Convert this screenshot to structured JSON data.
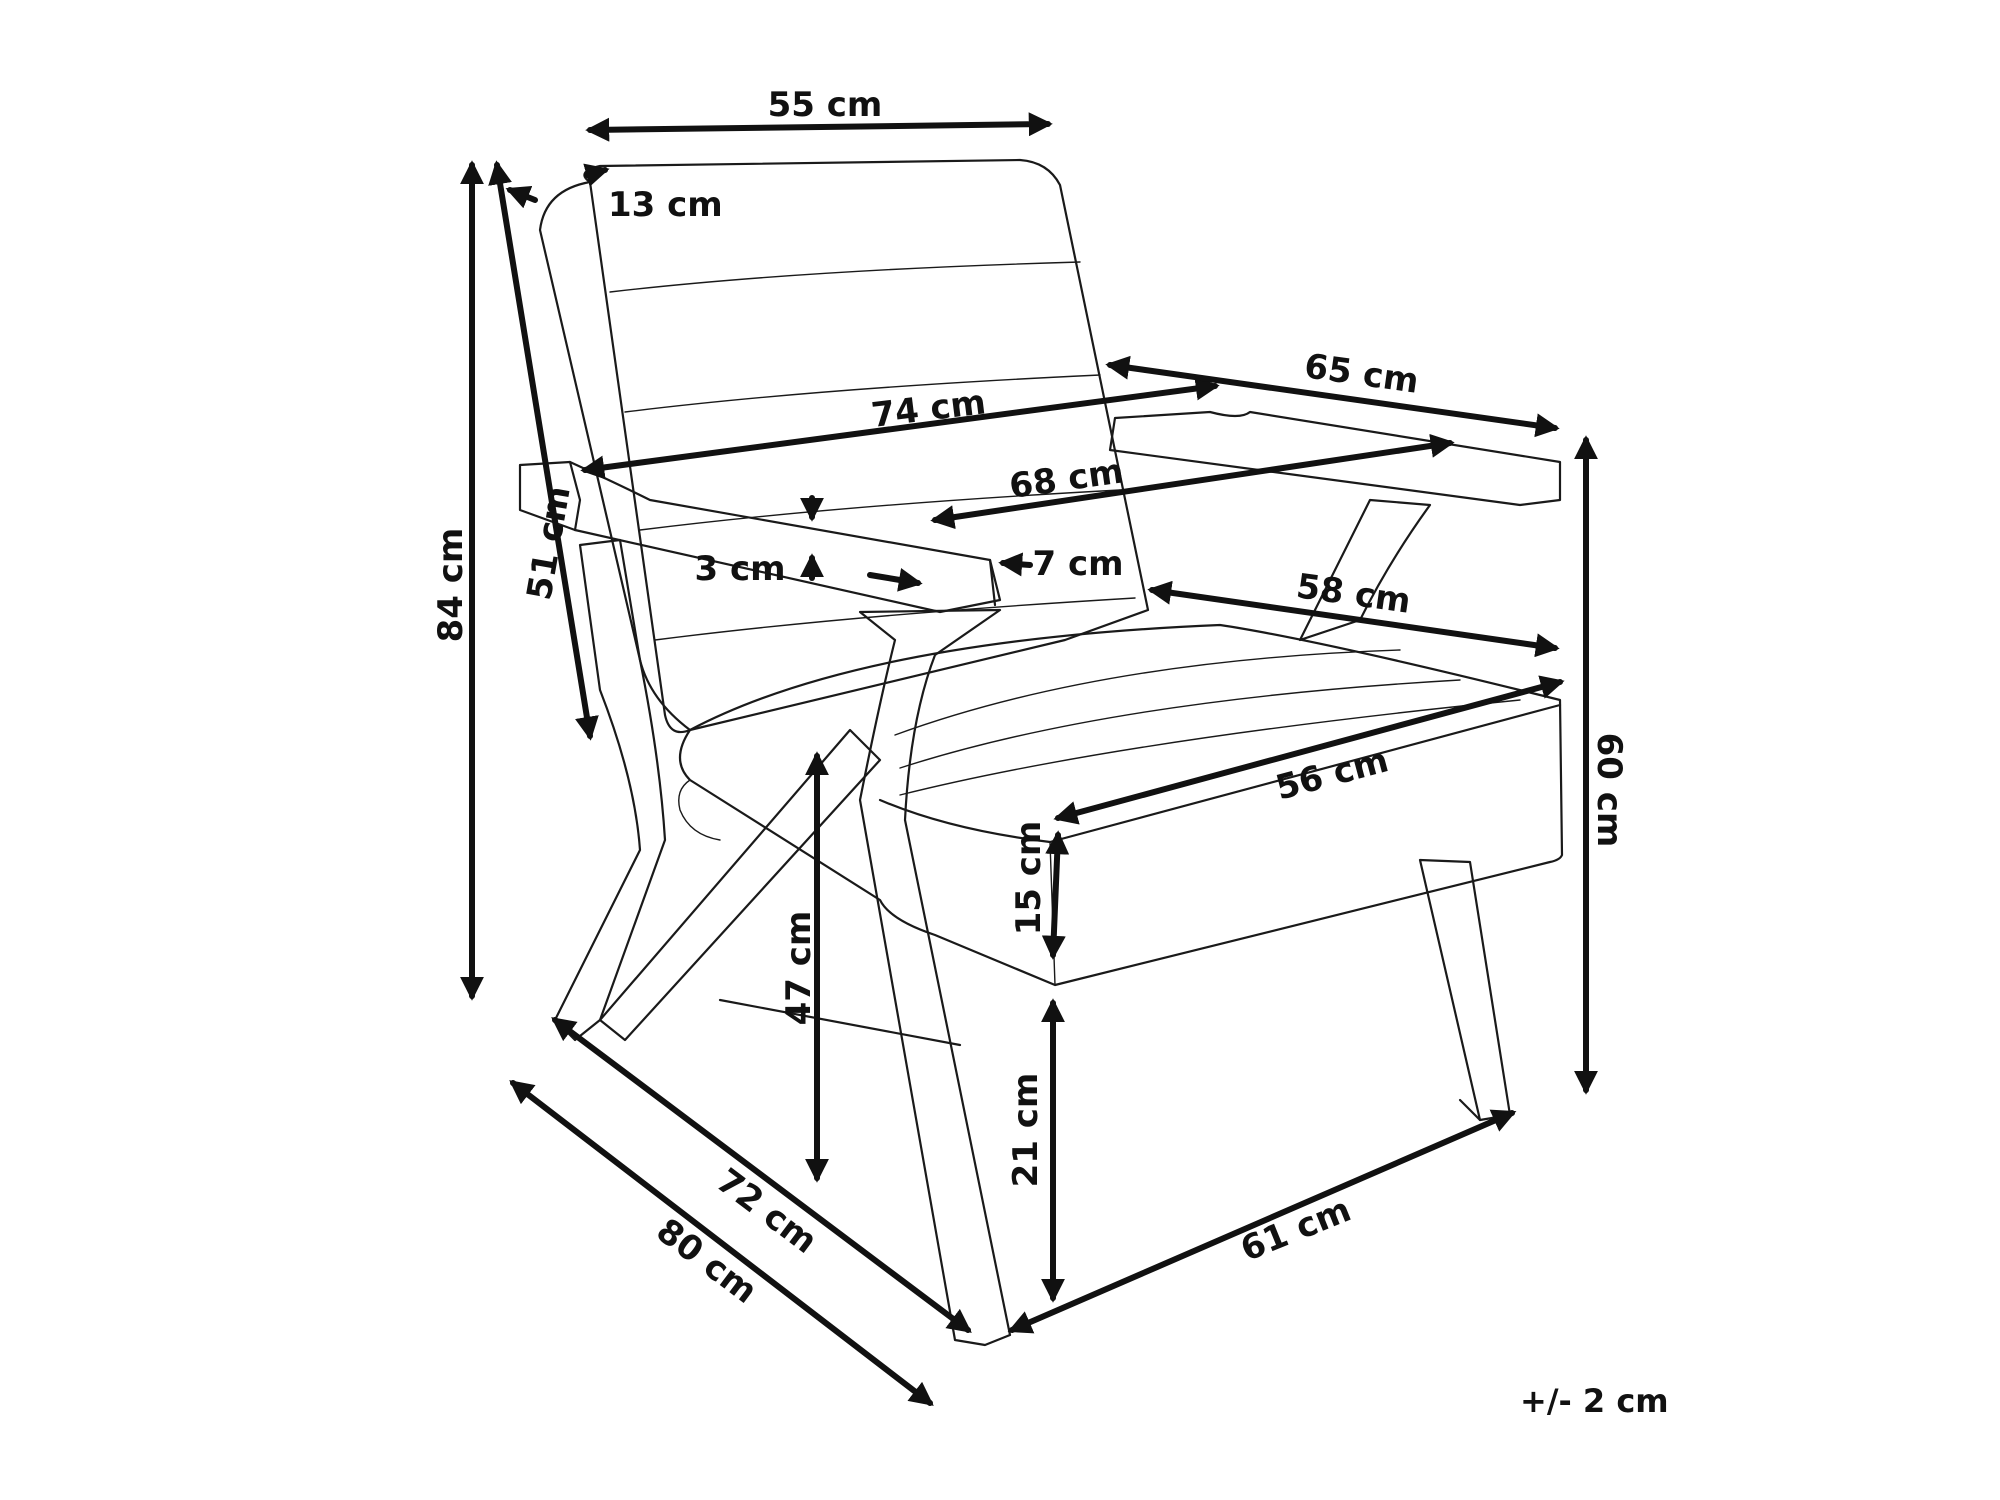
{
  "tolerance": "+/- 2 cm",
  "dimensions": {
    "back_width": "55 cm",
    "back_thickness": "13 cm",
    "total_height": "84 cm",
    "back_height": "51 cm",
    "depth_74": "74 cm",
    "armrest_length": "65 cm",
    "between_arms": "68 cm",
    "armrest_height_3": "3 cm",
    "armrest_width": "7 cm",
    "seat_depth": "58 cm",
    "seat_width": "56 cm",
    "cushion_height": "15 cm",
    "arm_height": "47 cm",
    "seat_height": "60 cm",
    "under_seat": "21 cm",
    "leg_span_72": "72 cm",
    "total_depth": "80 cm",
    "total_width": "61 cm"
  }
}
